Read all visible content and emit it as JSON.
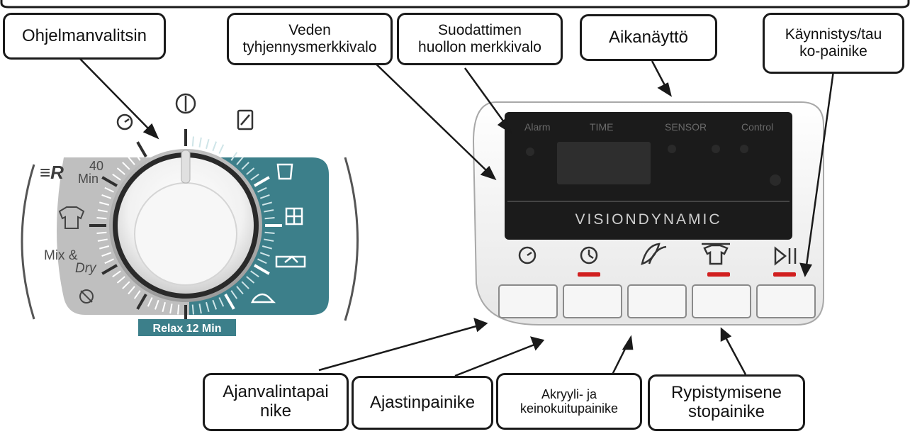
{
  "callouts": {
    "ohjelmanvalitsin": "Ohjelmanvalitsin",
    "veden": "Veden\ntyhjennysmerkkivalo",
    "suodattimen": "Suodattimen\nhuollon merkkivalo",
    "aikanaytto": "Aikanäyttö",
    "kaynnistys": "Käynnistys/tau\nko-painike",
    "ajanvalinta": "Ajanvalintapai\nnike",
    "ajastin": "Ajastinpainike",
    "akryyli": "Akryyli- ja\nkeinokuitupainike",
    "rypistyminen": "Rypistymisene\nstopainike"
  },
  "dial": {
    "label_40": "40",
    "label_min": "Min",
    "label_mix": "Mix &",
    "label_dry": "Dry",
    "relax": "Relax 12 Min",
    "power_icon": "power-icon",
    "timer_icon": "timer-icon",
    "drying_icon": "drying-icon",
    "r_icon": "refresh-icon",
    "shirt_icon": "shirt-icon",
    "wool_icon": "wool-icon"
  },
  "panel": {
    "alarm": "Alarm",
    "time": "TIME",
    "sensor": "SENSOR",
    "control": "Control",
    "brand": "VISIONDYNAMIC",
    "button_icons": [
      "clock-icon",
      "delay-timer-icon",
      "feather-icon",
      "shirt-iron-icon",
      "play-pause-icon"
    ]
  },
  "colors": {
    "teal": "#3c7f8a",
    "grey_band": "#bfbfbf",
    "indicator_red": "#d11f1f",
    "display_bg": "#1b1b1b"
  }
}
